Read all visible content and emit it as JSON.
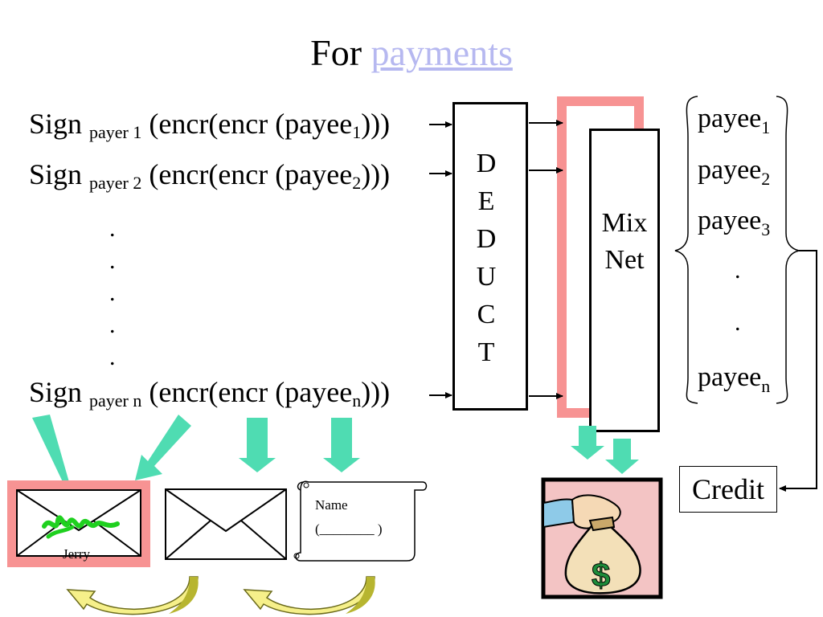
{
  "title": {
    "prefix": "For",
    "link": "payments"
  },
  "sign_rows": [
    {
      "sign": "Sign",
      "payer": "payer 1",
      "pre": "(encr(encr (payee",
      "idx": "1",
      "post": ")))"
    },
    {
      "sign": "Sign",
      "payer": "payer 2",
      "pre": "(encr(encr (payee",
      "idx": "2",
      "post": ")))"
    },
    {
      "sign": "Sign",
      "payer": "payer n",
      "pre": "(encr(encr (payee",
      "idx": "n",
      "post": ")))"
    }
  ],
  "left_dots": [
    ".",
    ".",
    ".",
    ".",
    "."
  ],
  "deduct_letters": [
    "D",
    "E",
    "D",
    "U",
    "C",
    "T"
  ],
  "mix": {
    "line1": "Mix",
    "line2": "Net"
  },
  "payees": [
    {
      "base": "payee",
      "idx": "1"
    },
    {
      "base": "payee",
      "idx": "2"
    },
    {
      "base": "payee",
      "idx": "3"
    },
    {
      "base": "payee",
      "idx": "n"
    }
  ],
  "payee_dots": [
    ".",
    "."
  ],
  "credit": "Credit",
  "scroll": {
    "name": "Name",
    "blank": "(________ )"
  },
  "envelope_signature": "Jerry",
  "colors": {
    "accent_link": "#b6b8f0",
    "highlight_red": "#f79393",
    "arrow_teal": "#4fdcb2",
    "curved_arrow_yellow": "#f6f08a",
    "signature_green": "#1fd01f"
  },
  "icons": [
    "signed-envelope-icon",
    "envelope-icon",
    "name-scroll-icon",
    "money-bag-icon",
    "curved-arrow-icon"
  ]
}
